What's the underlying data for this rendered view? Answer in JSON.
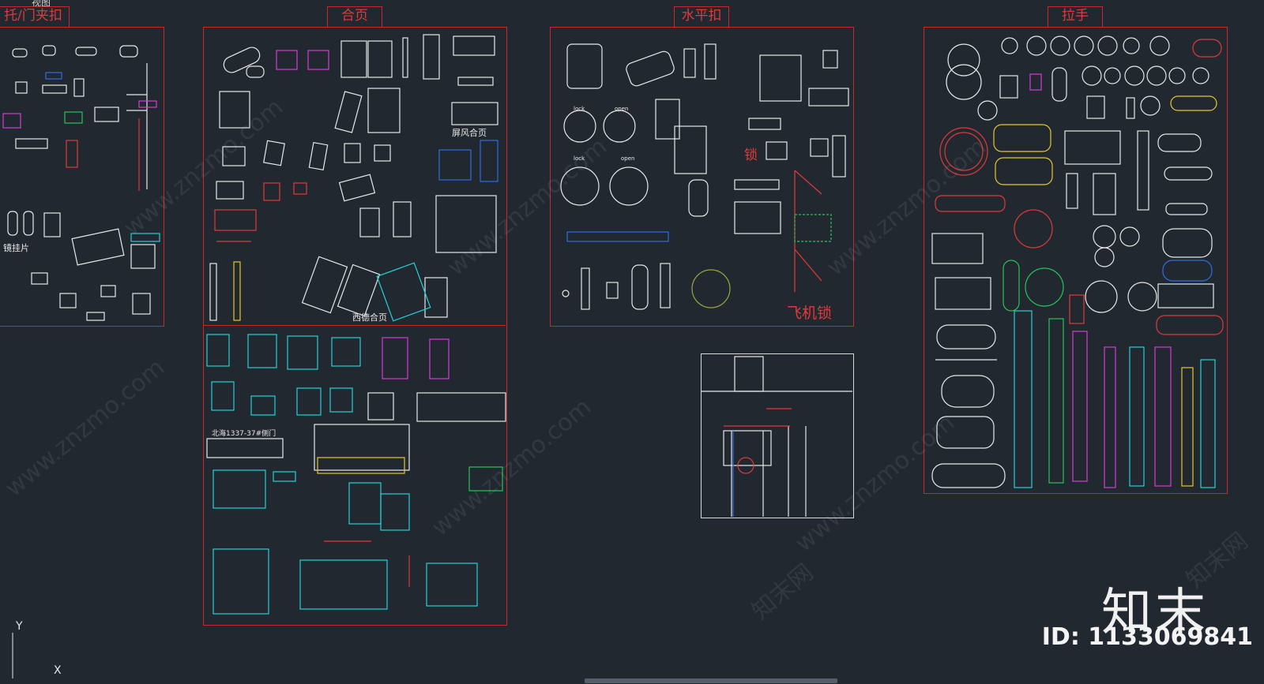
{
  "top_fragment": "视图",
  "panels": {
    "door_clip": {
      "title": "托/门夹扣",
      "label_mirror_hook": "镜挂片"
    },
    "hinge": {
      "title": "合页",
      "label_screen_hinge": "屏风合页",
      "label_western_hinge": "西德合页",
      "label_note": "北海1337-37#侧门"
    },
    "latch": {
      "title": "水平扣",
      "label_lock": "锁",
      "label_plane_lock": "飞机锁",
      "label_lock_state_1": "lock",
      "label_open_state_1": "open",
      "label_lock_state_2": "lock",
      "label_open_state_2": "open"
    },
    "handle": {
      "title": "拉手"
    }
  },
  "watermark": {
    "site": "www.znzmo.com",
    "cn": "知末网"
  },
  "brand": {
    "logo_text": "知末",
    "id_text": "ID: 1133069841"
  },
  "ucs": {
    "y_label": "Y",
    "x_label": "X"
  },
  "colors": {
    "background": "#212830",
    "frame": "#c8282d",
    "cyan": "#22d3d8",
    "magenta": "#d63ad6",
    "yellow": "#e6c82a",
    "green": "#25c45a",
    "blue": "#2c6fe0",
    "white": "#e8e8e8",
    "red": "#e03a3a"
  }
}
